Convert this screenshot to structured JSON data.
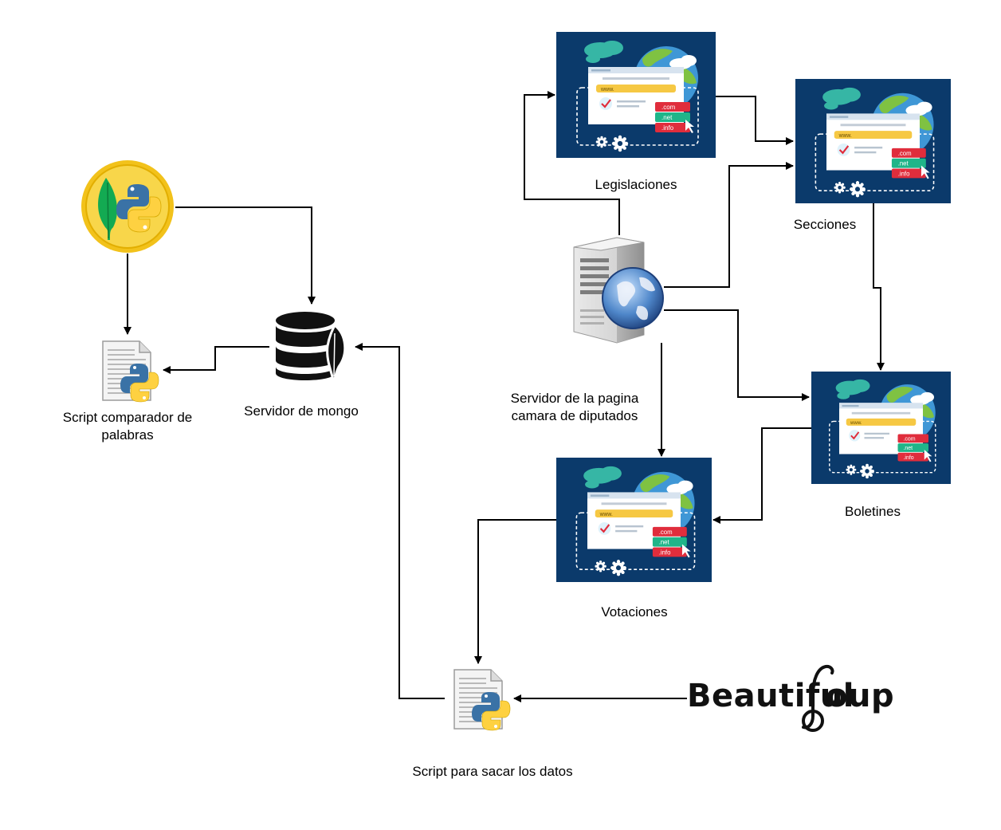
{
  "nodes": {
    "legislaciones": {
      "label": "Legislaciones"
    },
    "secciones": {
      "label": "Secciones"
    },
    "boletines": {
      "label": "Boletines"
    },
    "votaciones": {
      "label": "Votaciones"
    },
    "web_server": {
      "label": "Servidor de la pagina camara de diputados"
    },
    "mongo": {
      "label": "Servidor de mongo"
    },
    "comparator_script": {
      "label": "Script comparador de palabras"
    },
    "scraper_script": {
      "label": "Script para sacar los datos"
    },
    "beautifulsoup": {
      "logo_text_a": "Beautiful",
      "logo_text_b": "oup"
    },
    "mongo_python_logo": {
      "icon": "mongo-python-icon"
    }
  },
  "web_card": {
    "url_text": "www.",
    "tlds": [
      ".com",
      ".net",
      ".info"
    ]
  },
  "colors": {
    "card_bg": "#0b3a6b",
    "globe": "#3f97d6",
    "land": "#7fc242",
    "bar_yellow": "#f6c843",
    "tld_red": "#e02d3c",
    "tld_green": "#1fb589",
    "badge_gold": "#f2c21b",
    "mongo_leaf": "#13aa52",
    "python_blue": "#3a72a6",
    "python_yellow": "#fed141"
  }
}
